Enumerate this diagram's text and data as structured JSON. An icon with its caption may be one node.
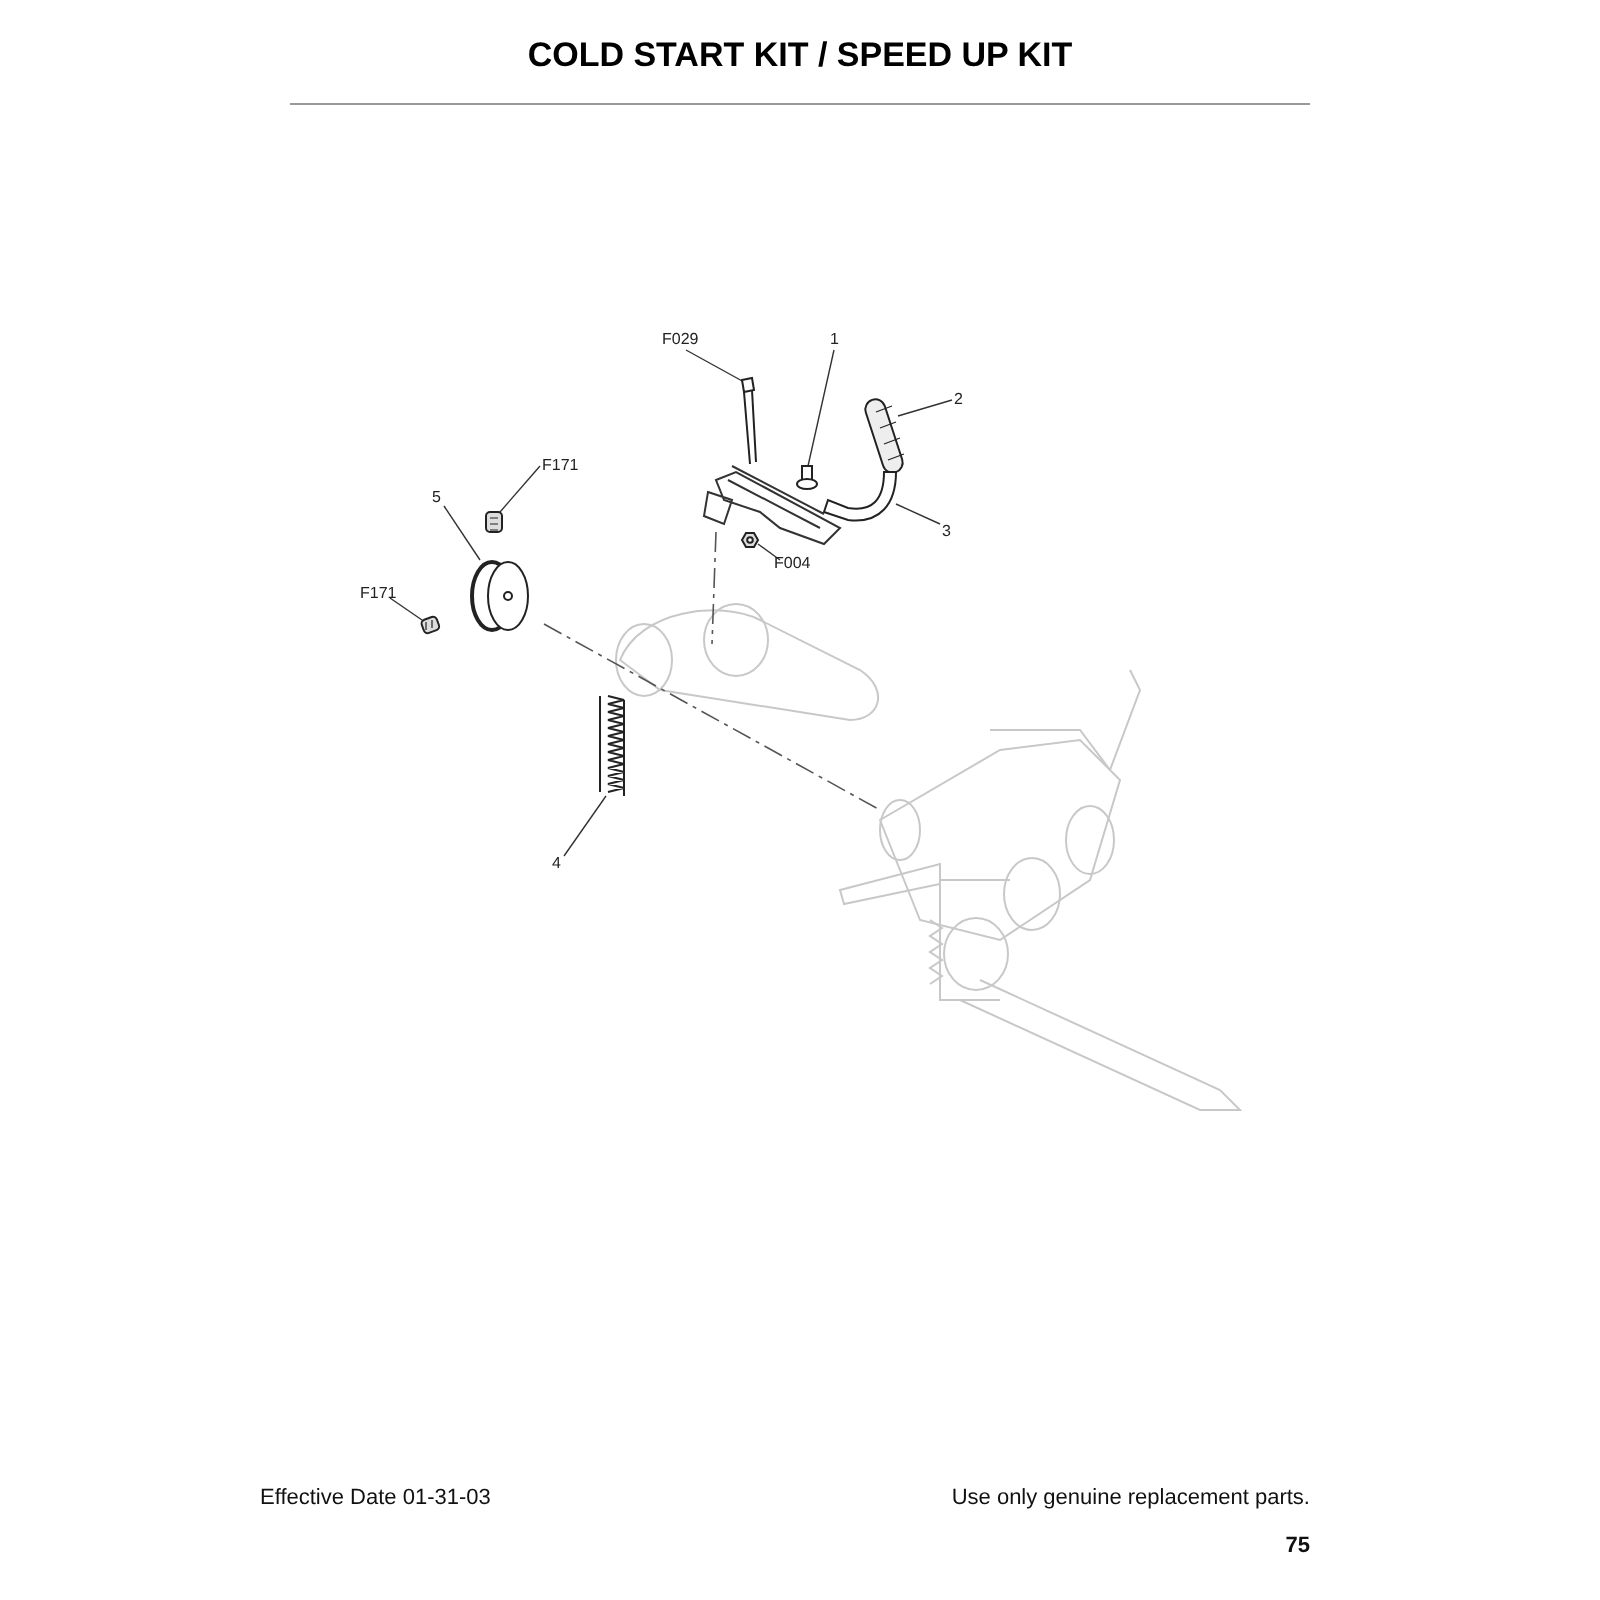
{
  "diagram": {
    "title": "COLD START KIT / SPEED UP KIT",
    "nodes": [
      {
        "text": [
          "F029"
        ]
      },
      {
        "text": [],
        "shape": "picture"
      },
      {
        "text": [
          "1"
        ]
      },
      {
        "text": [],
        "shape": "picture"
      },
      {
        "text": [
          "2"
        ]
      },
      {
        "text": [],
        "shape": "picture"
      },
      {
        "text": [
          "3"
        ]
      },
      {
        "text": [],
        "shape": "picture"
      },
      {
        "text": [
          "F004"
        ]
      },
      {
        "text": [],
        "shape": "picture"
      },
      {
        "text": [
          "F171"
        ]
      },
      {
        "text": [],
        "shape": "picture"
      },
      {
        "text": [
          "5"
        ]
      },
      {
        "text": [],
        "shape": "picture"
      },
      {
        "text": [
          "F171"
        ]
      },
      {
        "text": [],
        "shape": "picture"
      },
      {
        "text": [
          "4"
        ]
      },
      {
        "text": [],
        "shape": "picture"
      }
    ],
    "edges": [
      {
        "from": 0,
        "to": 1,
        "arrow": "none"
      },
      {
        "from": 2,
        "to": 3,
        "arrow": "none"
      },
      {
        "from": 4,
        "to": 5,
        "arrow": "none"
      },
      {
        "from": 6,
        "to": 7,
        "arrow": "none"
      },
      {
        "from": 8,
        "to": 9,
        "arrow": "none"
      },
      {
        "from": 10,
        "to": 11,
        "arrow": "none"
      },
      {
        "from": 12,
        "to": 13,
        "arrow": "none"
      },
      {
        "from": 14,
        "to": 15,
        "arrow": "none"
      },
      {
        "from": 16,
        "to": 17,
        "arrow": "none"
      }
    ],
    "labels": [
      "Effective Date 01-31-03",
      "Use only genuine replacement parts.",
      "75"
    ]
  }
}
